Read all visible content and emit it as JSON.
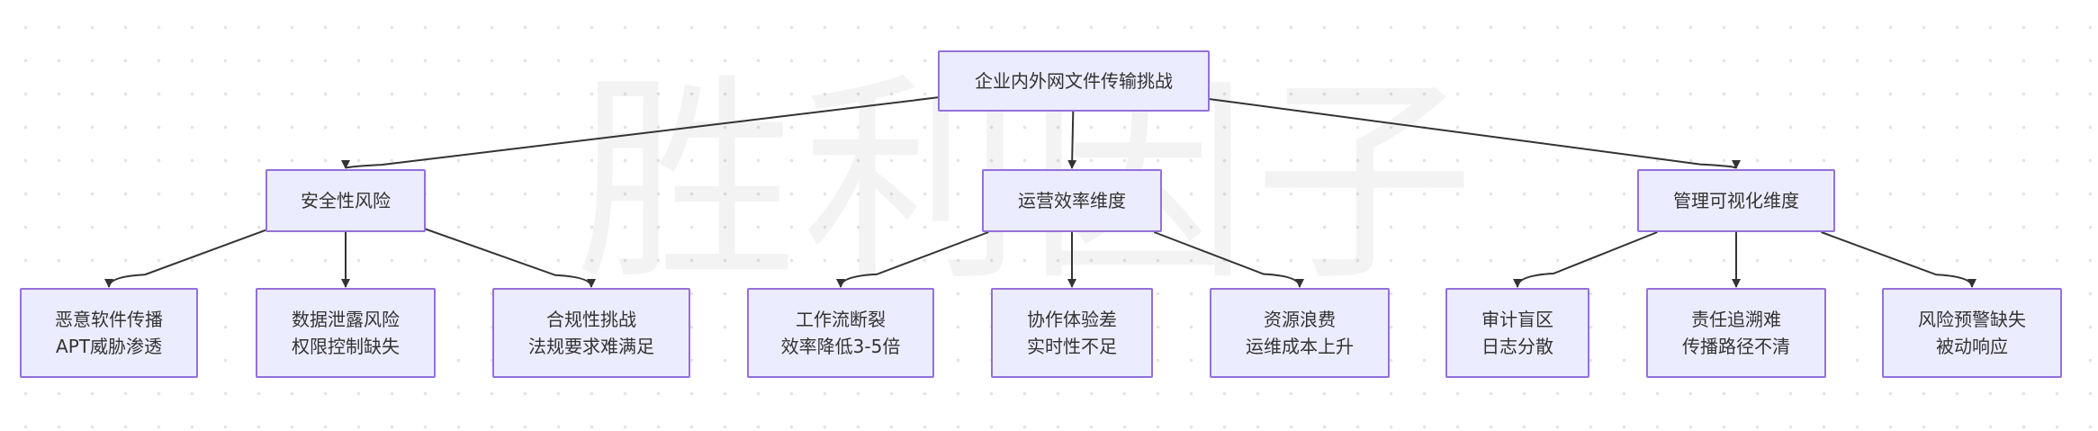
{
  "watermark": "胜利因子",
  "root": {
    "id": "root",
    "lines": [
      "企业内外网文件传输挑战"
    ]
  },
  "categories": [
    {
      "id": "security",
      "lines": [
        "安全性风险"
      ],
      "children": [
        {
          "id": "malware",
          "lines": [
            "恶意软件传播",
            "APT威胁渗透"
          ]
        },
        {
          "id": "leak",
          "lines": [
            "数据泄露风险",
            "权限控制缺失"
          ]
        },
        {
          "id": "compliance",
          "lines": [
            "合规性挑战",
            "法规要求难满足"
          ]
        }
      ]
    },
    {
      "id": "efficiency",
      "lines": [
        "运营效率维度"
      ],
      "children": [
        {
          "id": "workflow",
          "lines": [
            "工作流断裂",
            "效率降低3-5倍"
          ]
        },
        {
          "id": "collab",
          "lines": [
            "协作体验差",
            "实时性不足"
          ]
        },
        {
          "id": "waste",
          "lines": [
            "资源浪费",
            "运维成本上升"
          ]
        }
      ]
    },
    {
      "id": "visibility",
      "lines": [
        "管理可视化维度"
      ],
      "children": [
        {
          "id": "audit",
          "lines": [
            "审计盲区",
            "日志分散"
          ]
        },
        {
          "id": "trace",
          "lines": [
            "责任追溯难",
            "传播路径不清"
          ]
        },
        {
          "id": "alert",
          "lines": [
            "风险预警缺失",
            "被动响应"
          ]
        }
      ]
    }
  ]
}
